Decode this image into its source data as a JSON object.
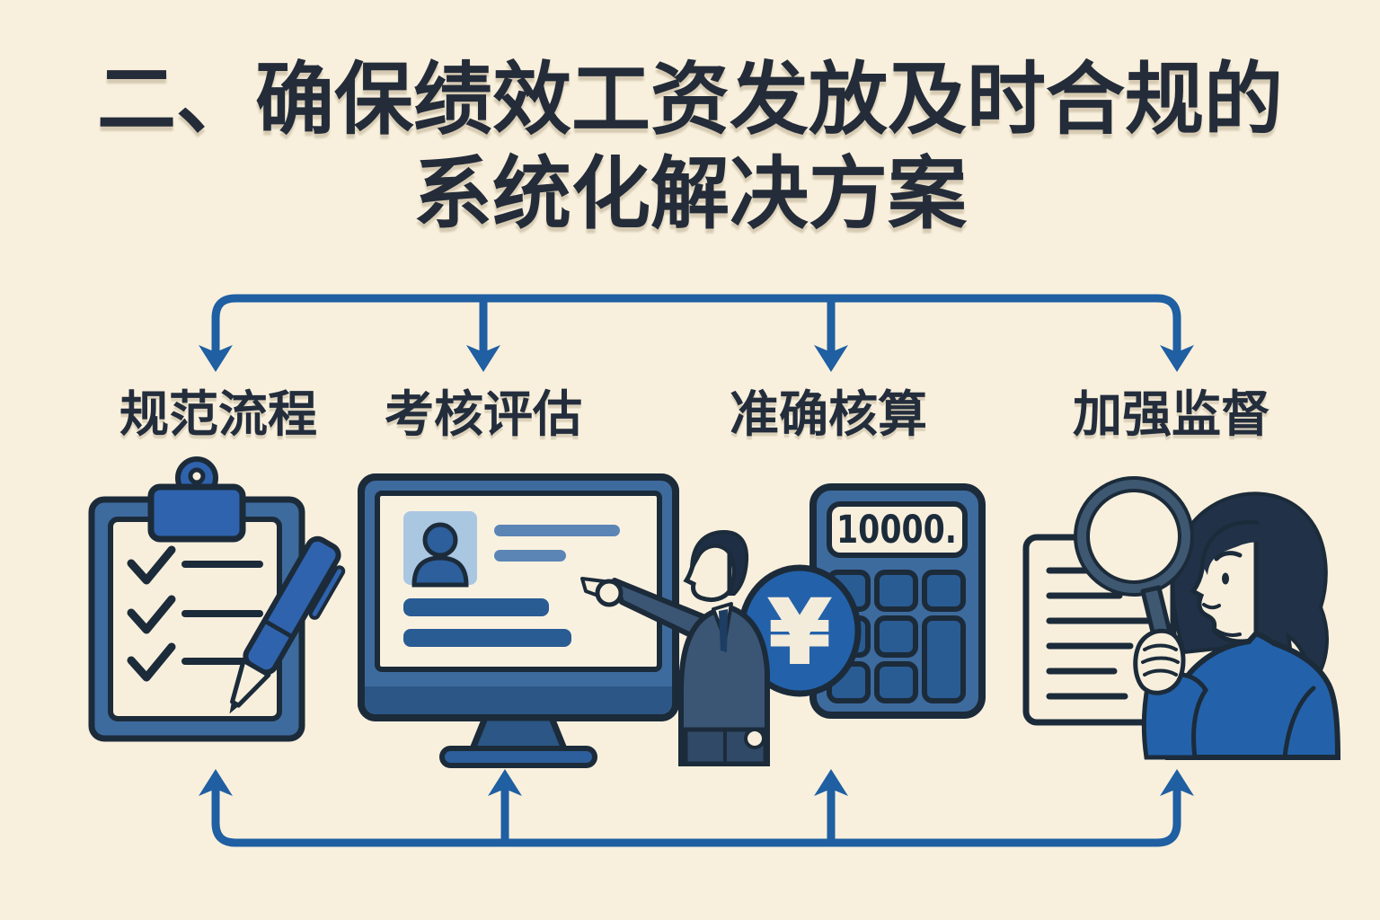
{
  "canvas": {
    "background": "#f8f0dd"
  },
  "title": {
    "line1": "二、确保绩效工资发放及时合规的",
    "line2": "系统化解决方案",
    "color": "#242c39"
  },
  "flow": {
    "arrow_color": "#1f5fa2"
  },
  "columns": [
    {
      "label": "规范流程",
      "icon": "clipboard-checklist-with-pen"
    },
    {
      "label": "考核评估",
      "icon": "monitor-employee-profile-with-presenter"
    },
    {
      "label": "准确核算",
      "icon": "calculator-with-yen-coin",
      "calculator_display": "10000.",
      "coin_symbol": "¥"
    },
    {
      "label": "加强监督",
      "icon": "document-magnifier-inspector"
    }
  ],
  "palette": {
    "outline": "#1c2b3a",
    "primary_blue": "#3e6b9e",
    "accent_blue": "#2f63ad",
    "deep_blue": "#2a5c94",
    "coin_blue": "#2362aa",
    "light_blue": "#aac7e2",
    "cream": "#f7efdc",
    "suit_navy": "#3b5674",
    "hair_navy": "#1e2e44"
  }
}
